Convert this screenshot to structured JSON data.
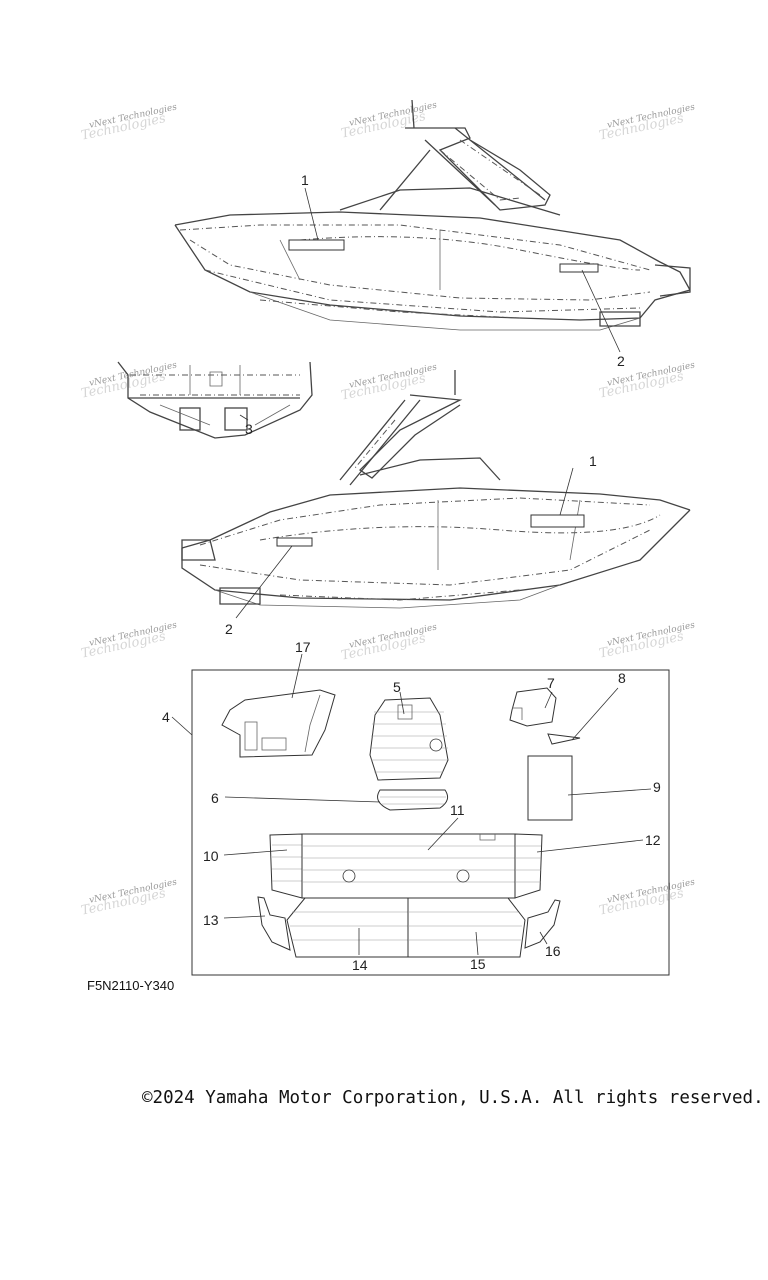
{
  "callouts": {
    "c1_top": "1",
    "c2_top": "2",
    "c3": "3",
    "c1_mid": "1",
    "c2_mid": "2",
    "c4": "4",
    "c5": "5",
    "c6": "6",
    "c7": "7",
    "c8": "8",
    "c9": "9",
    "c10": "10",
    "c11": "11",
    "c12": "12",
    "c13": "13",
    "c14": "14",
    "c15": "15",
    "c16": "16",
    "c17": "17"
  },
  "watermark": {
    "line1": "vNext Technologies",
    "line2": "Technologies"
  },
  "figure_code": "F5N2110-Y340",
  "copyright": "©2024 Yamaha Motor Corporation, U.S.A. All rights reserved."
}
